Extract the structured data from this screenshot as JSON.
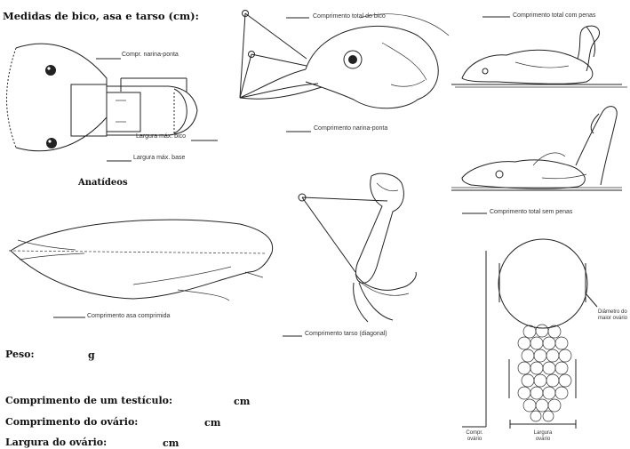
{
  "heading": "Medidas de bico, asa e tarso (cm):",
  "labels": {
    "compr_narina_ponta_top": "Compr. narina-ponta",
    "largura_max_bico": "Largura máx. bico",
    "largura_max_base": "Largura máx. base",
    "anatideos": "Anatídeos",
    "compr_total_bico": "Comprimento total do bico",
    "compr_narina_ponta": "Comprimento narina-ponta",
    "compr_total_com_penas": "Comprimento total com penas",
    "compr_total_sem_penas": "Comprimento total sem penas",
    "compr_asa": "Comprimento asa comprimida",
    "compr_tarso": "Comprimento tarso (diagonal)",
    "diametro_ovario": "Diâmetro do maior ovário",
    "compr_ovario": "Compr. ovário",
    "largura_ovario": "Largura ovário"
  },
  "form": {
    "peso_label": "Peso:",
    "peso_unit": "g",
    "testiculo_label": "Comprimento de um testículo:",
    "testiculo_unit": "cm",
    "ovario_label": "Comprimento do ovário:",
    "ovario_unit": "cm",
    "largura_ovario_label": "Largura do ovário:",
    "largura_ovario_unit": "cm"
  }
}
